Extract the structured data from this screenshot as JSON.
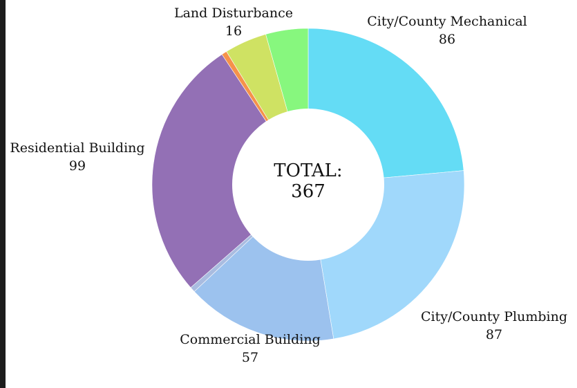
{
  "chart_data": {
    "type": "pie",
    "donut": true,
    "center_label": "TOTAL:",
    "center_value": "367",
    "slices": [
      {
        "name": "City/County Mechanical",
        "value": 86,
        "color": "#64dcf5",
        "label": "City/County Mechanical",
        "value_label": "86"
      },
      {
        "name": "City/County Plumbing",
        "value": 87,
        "color": "#a0d8fb",
        "label": "City/County Plumbing",
        "value_label": "87"
      },
      {
        "name": "Commercial Building",
        "value": 57,
        "color": "#9cc2ee",
        "label": "Commercial Building",
        "value_label": "57"
      },
      {
        "name": "",
        "value": 2,
        "color": "#a9bce0",
        "label": "",
        "value_label": ""
      },
      {
        "name": "Residential Building",
        "value": 99,
        "color": "#9370b5",
        "label": "Residential Building",
        "value_label": "99"
      },
      {
        "name": "",
        "value": 2,
        "color": "#f5924a",
        "label": "",
        "value_label": ""
      },
      {
        "name": "",
        "value": 16,
        "color": "#cfe263",
        "label": "",
        "value_label": ""
      },
      {
        "name": "Land Disturbance",
        "value": 16,
        "color": "#87f77e",
        "label": "Land Disturbance",
        "value_label": "16"
      }
    ]
  }
}
